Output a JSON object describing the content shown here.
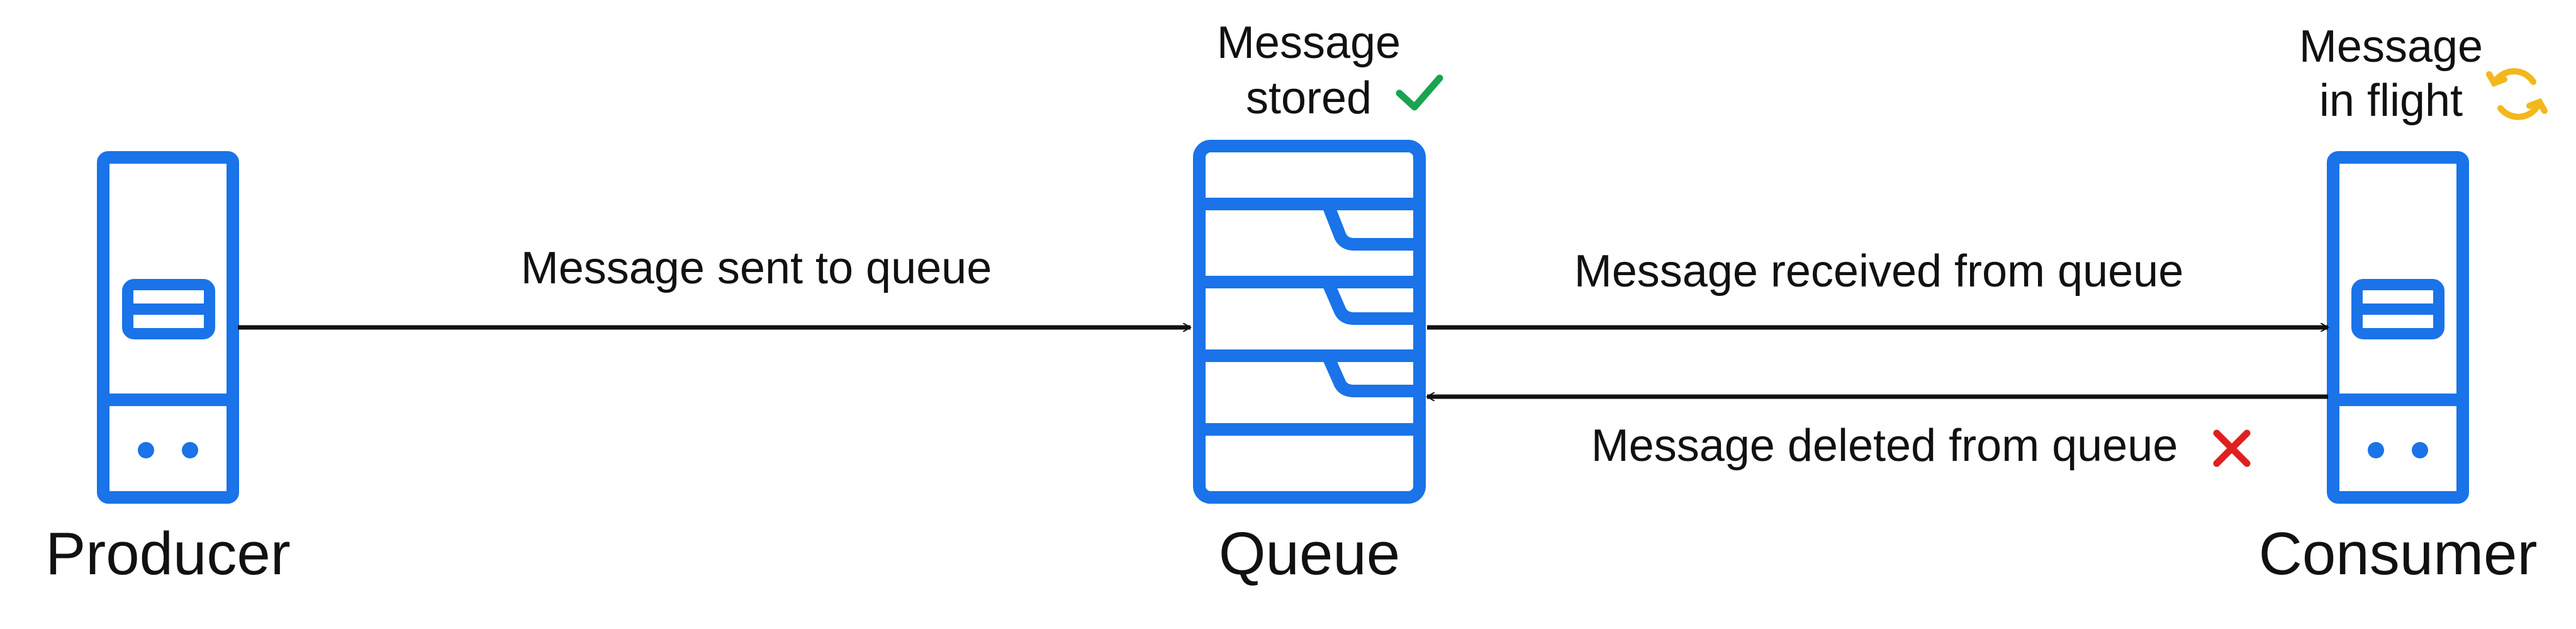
{
  "nodes": [
    {
      "id": "producer",
      "label": "Producer",
      "icon": "server-icon"
    },
    {
      "id": "queue",
      "label": "Queue",
      "icon": "queue-icon"
    },
    {
      "id": "consumer",
      "label": "Consumer",
      "icon": "server-icon"
    }
  ],
  "edges": [
    {
      "from": "producer",
      "to": "queue",
      "label": "Message sent to queue"
    },
    {
      "from": "queue",
      "to": "consumer",
      "label": "Message received from queue"
    },
    {
      "from": "consumer",
      "to": "queue",
      "label": "Message deleted from queue",
      "status_icon": "cross-icon"
    }
  ],
  "annotations": {
    "queue_status": {
      "lines": [
        "Message",
        "stored"
      ],
      "status_icon": "checkmark-icon"
    },
    "consumer_status": {
      "lines": [
        "Message",
        "in flight"
      ],
      "status_icon": "refresh-icon"
    }
  },
  "colors": {
    "icon_blue": "#1a73e8",
    "check_green": "#1aa350",
    "cross_red": "#e02020",
    "refresh_yellow": "#f2b81c",
    "line": "#111111"
  }
}
